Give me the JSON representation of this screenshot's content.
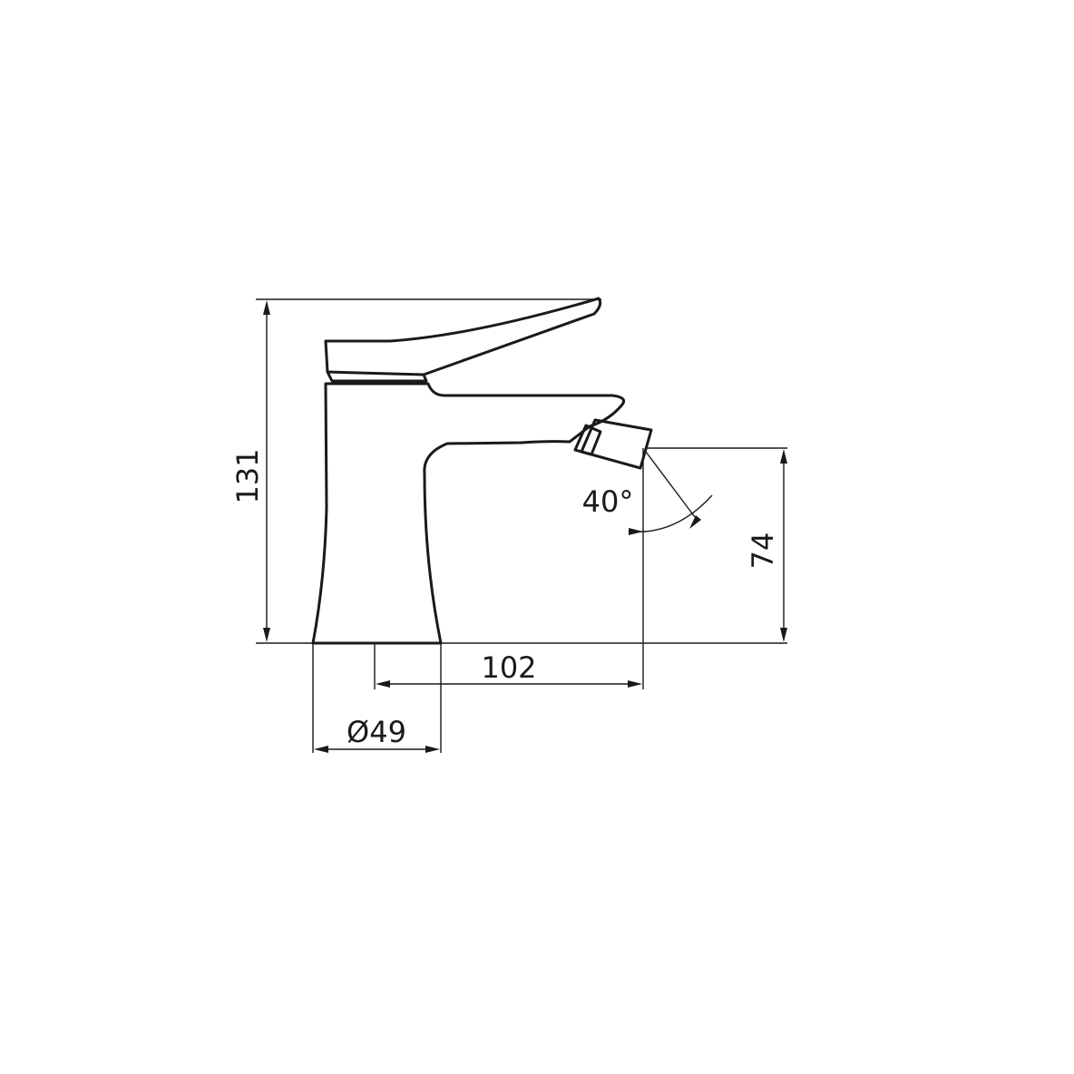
{
  "dimensions": {
    "overall_height": "131",
    "spout_height": "74",
    "reach": "102",
    "base_diameter": "Ø49",
    "spray_angle": "40°"
  },
  "colors": {
    "ink": "#1a1a1a",
    "background": "#ffffff"
  }
}
